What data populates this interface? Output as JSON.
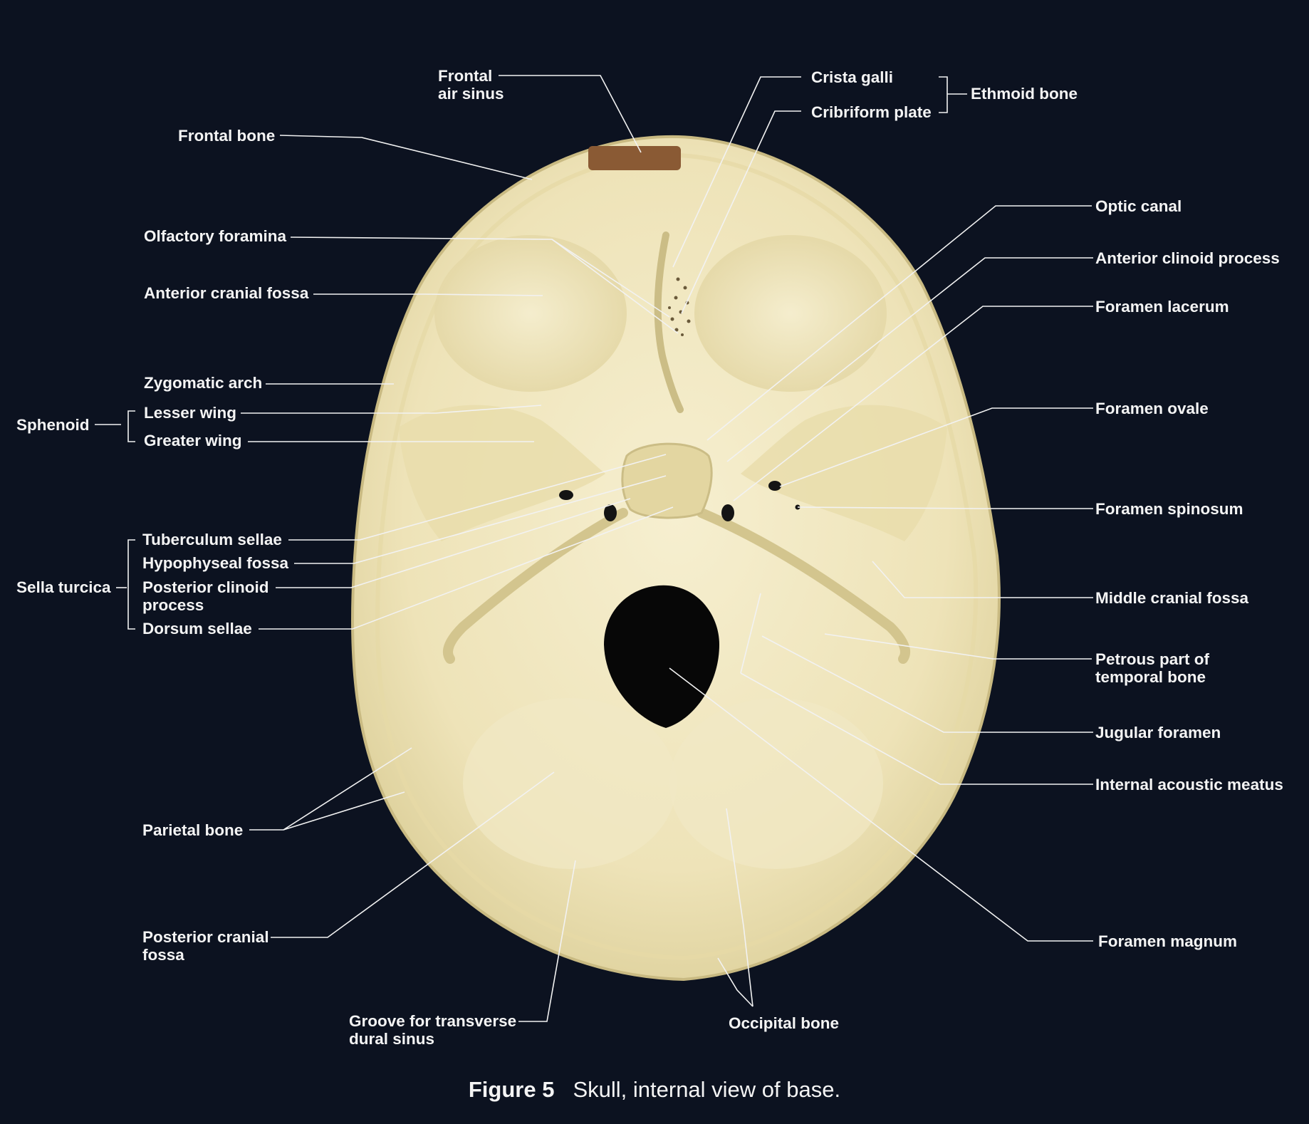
{
  "labels": {
    "frontal_air_sinus": [
      "Frontal",
      "air sinus"
    ],
    "crista_galli": "Crista galli",
    "cribriform_plate": "Cribriform plate",
    "ethmoid_bone": "Ethmoid bone",
    "frontal_bone": "Frontal bone",
    "olfactory_foramina": "Olfactory foramina",
    "anterior_cranial_fossa": "Anterior cranial fossa",
    "zygomatic_arch": "Zygomatic arch",
    "sphenoid": "Sphenoid",
    "lesser_wing": "Lesser wing",
    "greater_wing": "Greater wing",
    "sella_turcica": "Sella turcica",
    "tuberculum_sellae": "Tuberculum sellae",
    "hypophyseal_fossa": "Hypophyseal fossa",
    "posterior_clinoid_process": [
      "Posterior clinoid",
      "process"
    ],
    "dorsum_sellae": "Dorsum sellae",
    "parietal_bone": "Parietal bone",
    "posterior_cranial_fossa": [
      "Posterior cranial",
      "fossa"
    ],
    "groove_transverse_sinus": [
      "Groove for transverse",
      "dural sinus"
    ],
    "occipital_bone": "Occipital bone",
    "optic_canal": "Optic canal",
    "anterior_clinoid_process": "Anterior clinoid process",
    "foramen_lacerum": "Foramen lacerum",
    "foramen_ovale": "Foramen ovale",
    "foramen_spinosum": "Foramen spinosum",
    "middle_cranial_fossa": "Middle cranial fossa",
    "petrous_part": [
      "Petrous part of",
      "temporal bone"
    ],
    "jugular_foramen": "Jugular foramen",
    "internal_acoustic_meatus": "Internal acoustic meatus",
    "foramen_magnum": "Foramen magnum"
  },
  "caption": {
    "figure_number": "Figure 5",
    "text": "Skull, internal view of base."
  },
  "colors": {
    "background": "#0c1220",
    "bone": "#efe6bf",
    "bone_shadow": "#d7cb97",
    "leader_line": "#f2f2f2",
    "sinus": "#8a5a34"
  }
}
